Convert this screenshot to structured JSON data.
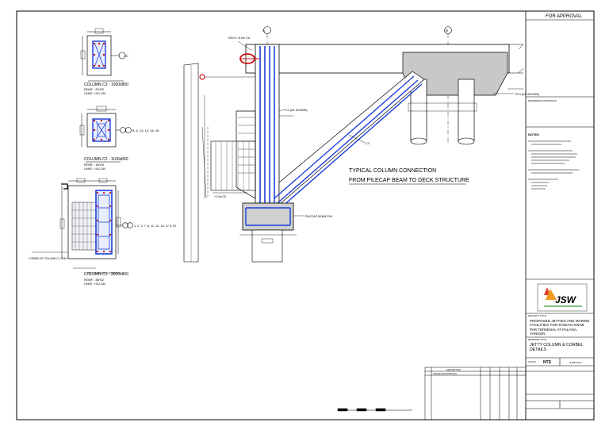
{
  "approval": "FOR APPROVAL",
  "columns": [
    {
      "id": "c3",
      "title": "COLUMN C3 - 1000x800",
      "reinf": "REINF. : 22H20",
      "links": "LINKS : H12-150",
      "callout": "20"
    },
    {
      "id": "c2",
      "title": "COLUMN C2 - 1100x800",
      "reinf": "REINF. : 18H25",
      "links": "LINKS : H12-150",
      "callout": "5, 6, 13, 14, 16, 18"
    },
    {
      "id": "c1",
      "title": "COLUMN C1 - 3000x800",
      "reinf": "REINF. : 38H32",
      "links": "LINKS : H12-150",
      "callout": "1, 2, 3, 7, 8, 11, 12, 15, 17 & 19",
      "corbel_note": "CORBEL AT COLUMN C1 ONLY"
    }
  ],
  "section": {
    "grid_a": "A",
    "grid_b": "B",
    "deck_level": "DECK +6.0m CD",
    "c1_note": "C1 (AS SHOWN)",
    "c3_note": "C3",
    "pc1_note": "PC1 (AS SHOWN)",
    "pilecap_note": "PILECAP BEAM PH1",
    "level_cd": "+2.0m CD",
    "title_line1": "TYPICAL COLUMN CONNECTION",
    "title_line2": "FROM PILECAP BEAM TO DECK STRUCTURE"
  },
  "title_block": {
    "reference_label": "REFERENCE DRAWINGS",
    "notes_label": "NOTES",
    "client_logo": "JSW",
    "project_label": "PROJECT TITLE",
    "project_title": "PROPOSED JETTIES AND MARINE FACILITIES FOR RADIAN SWAB PAR TERMINAL AT PALANA, YANGON",
    "drawing_label": "DRAWING TITLE",
    "drawing_title": "JETTY COLUMN & CORBEL DETAILS",
    "scale_label": "SCALE",
    "scale_value": "NTS",
    "date_value": "JUNE 2019"
  },
  "revision_header": "DESCRIPTION",
  "revision_row": "ISSUED FOR APPROVAL"
}
